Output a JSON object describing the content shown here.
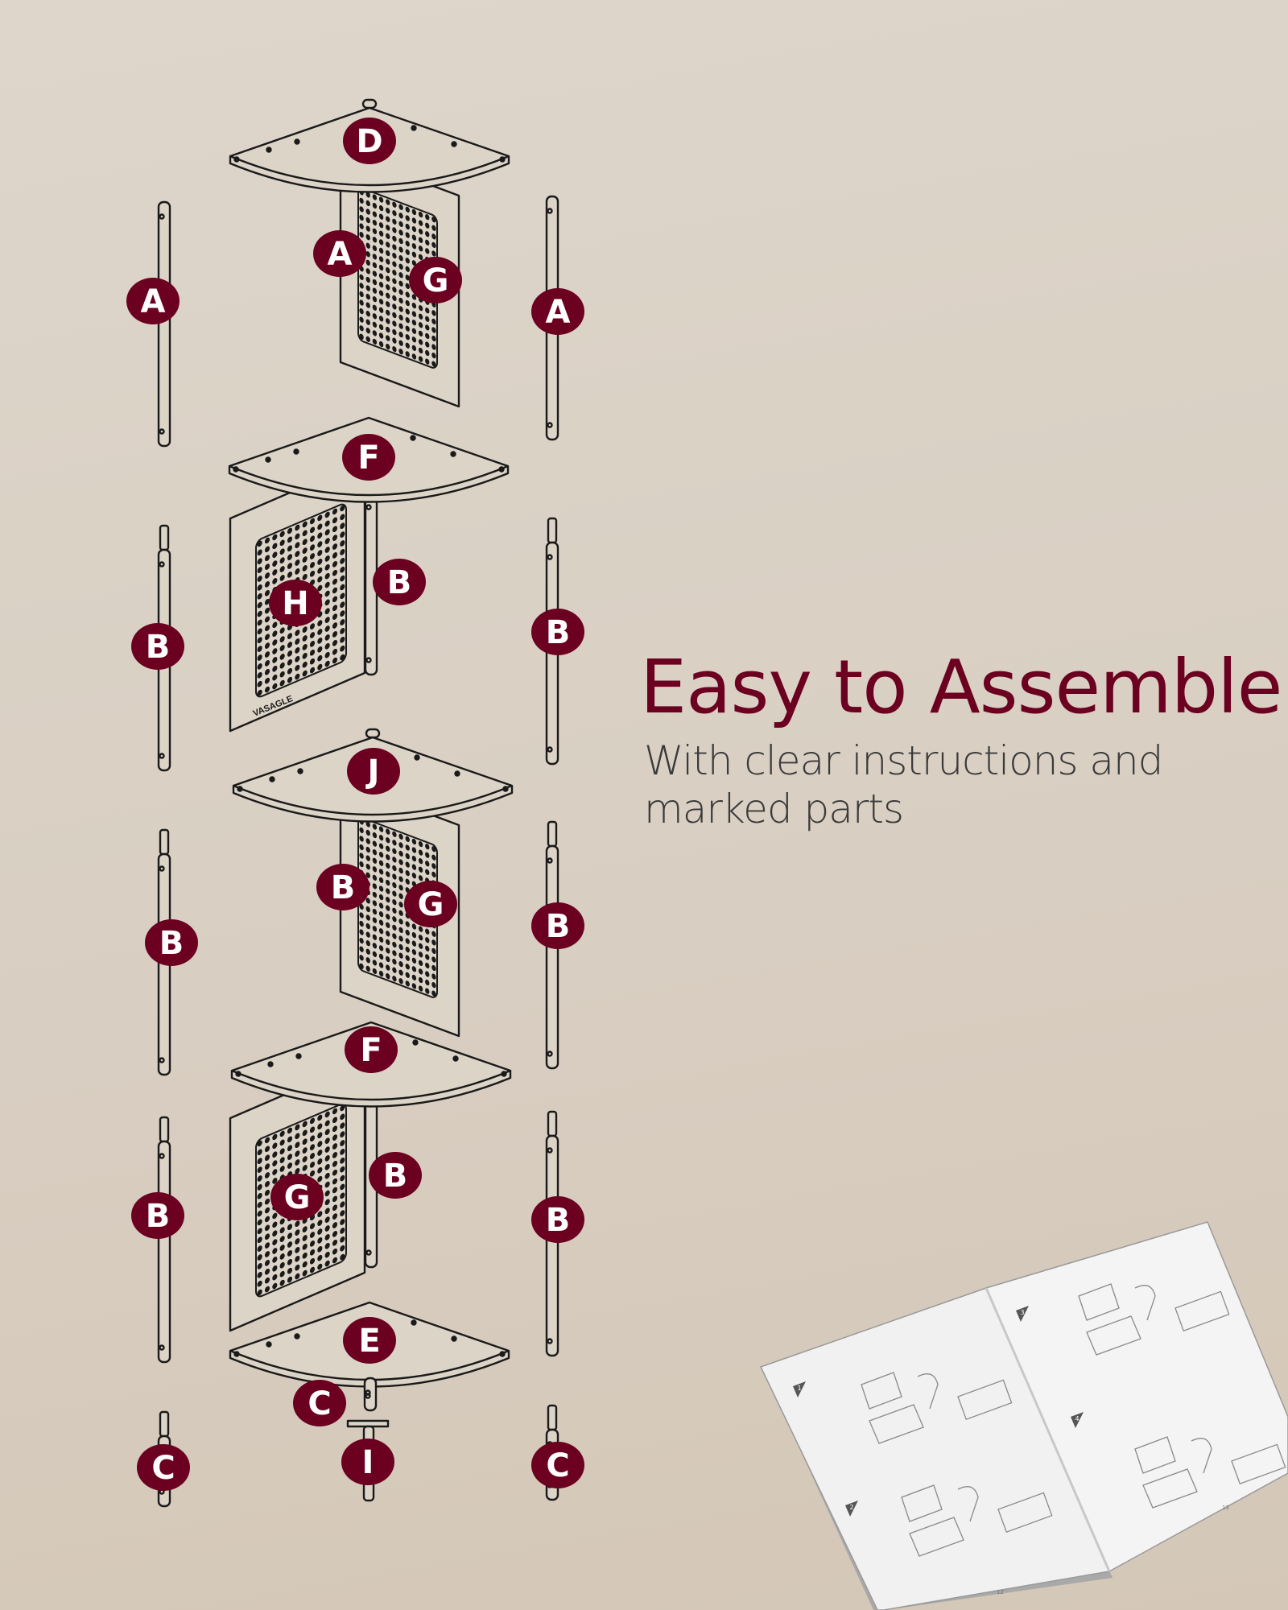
{
  "headline": "Easy to Assemble",
  "subtitle": "With clear instructions and marked parts",
  "colors": {
    "accent": "#6b0020",
    "label_text": "#ffffff",
    "line": "#1a1a1a",
    "subtitle": "#3a3a3a"
  },
  "brand": "VASAGLE",
  "part_labels": {
    "top_shelf": "D",
    "pole_a_left": "A",
    "pole_a_mid": "A",
    "panel_g_1": "G",
    "pole_a_right": "A",
    "shelf_f_1": "F",
    "panel_h": "H",
    "pole_b_mid_1": "B",
    "pole_b_left_1": "B",
    "pole_b_right_1": "B",
    "shelf_j": "J",
    "pole_b_mid_2": "B",
    "panel_g_2": "G",
    "pole_b_left_2": "B",
    "pole_b_right_2": "B",
    "shelf_f_2": "F",
    "pole_b_mid_3": "B",
    "panel_g_3": "G",
    "pole_b_left_3": "B",
    "pole_b_right_3": "B",
    "bottom_shelf": "E",
    "pole_c_mid": "C",
    "foot_i": "I",
    "pole_c_left": "C",
    "pole_c_right": "C"
  },
  "booklet": {
    "steps": [
      "1",
      "2",
      "3",
      "4"
    ],
    "page_left": "12",
    "page_right": "13"
  }
}
